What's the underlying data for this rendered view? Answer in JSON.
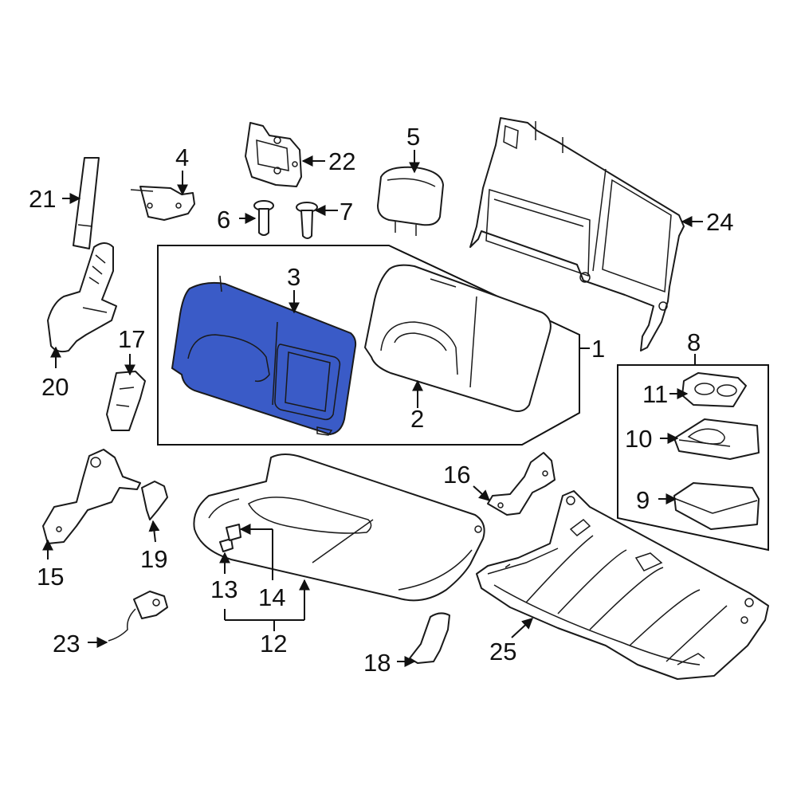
{
  "diagram": {
    "highlight_color": "#3a5bc7",
    "callouts": {
      "c1": "1",
      "c2": "2",
      "c3": "3",
      "c4": "4",
      "c5": "5",
      "c6": "6",
      "c7": "7",
      "c8": "8",
      "c9": "9",
      "c10": "10",
      "c11": "11",
      "c12": "12",
      "c13": "13",
      "c14": "14",
      "c15": "15",
      "c16": "16",
      "c17": "17",
      "c18": "18",
      "c19": "19",
      "c20": "20",
      "c21": "21",
      "c22": "22",
      "c23": "23",
      "c24": "24",
      "c25": "25"
    }
  }
}
